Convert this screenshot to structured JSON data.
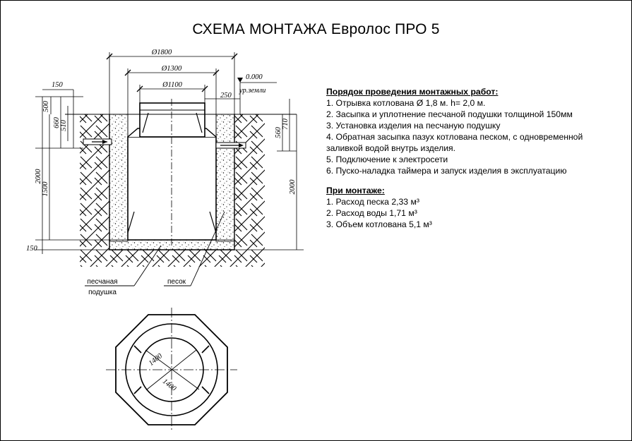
{
  "title": "СХЕМА МОНТАЖА Евролос ПРО 5",
  "dims": {
    "d1800": "Ø1800",
    "d1300": "Ø1300",
    "d1100": "Ø1100",
    "d150_top": "150",
    "d250": "250",
    "d0000": "0.000",
    "ur_zemli": "ур.земли",
    "d500": "500",
    "d660": "660",
    "d510": "510",
    "d2000_left": "2000",
    "d1500": "1500",
    "d150_bottom": "150",
    "d560": "560",
    "d710": "710",
    "d2000_right": "2000",
    "d1400_a": "1400",
    "d1400_b": "1400"
  },
  "labels": {
    "pesok_line1": "песчаная",
    "pesok_line2": "подушка",
    "pesok": "песок"
  },
  "steps": {
    "heading": "Порядок проведения монтажных работ:",
    "items": [
      "1. Отрывка котлована Ø 1,8 м. h= 2,0 м.",
      "2. Засыпка и уплотнение песчаной подушки толщиной 150мм",
      "3. Установка изделия на песчаную подушку",
      "4. Обратная засыпка пазух котлована песком, с одновременной",
      "заливкой водой внутрь изделия.",
      "5. Подключение к электросети",
      "6. Пуско-наладка таймера и запуск изделия в эксплуатацию"
    ]
  },
  "mount": {
    "heading": "При монтаже:",
    "items": [
      "1. Расход песка 2,33 м³",
      "2. Расход воды 1,71 м³",
      "3. Объем котлована 5,1 м³"
    ]
  }
}
